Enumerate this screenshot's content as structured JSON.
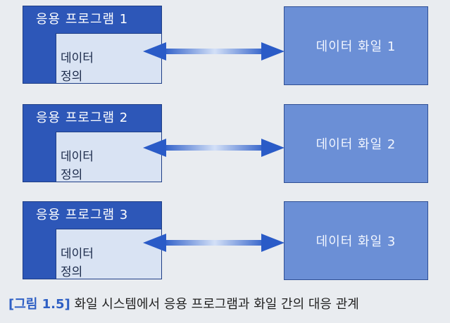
{
  "rows": [
    {
      "program_title": "응용 프로그램 1",
      "def_line1": "데이터",
      "def_line2": "정의",
      "file_label": "데이터 화일 1"
    },
    {
      "program_title": "응용 프로그램 2",
      "def_line1": "데이터",
      "def_line2": "정의",
      "file_label": "데이터 화일 2"
    },
    {
      "program_title": "응용 프로그램 3",
      "def_line1": "데이터",
      "def_line2": "정의",
      "file_label": "데이터 화일 3"
    }
  ],
  "caption": {
    "figure_number": "[그림 1.5]",
    "text": "화일 시스템에서 응용 프로그램과 화일 간의 대응 관계"
  },
  "colors": {
    "program_box": "#2d57b8",
    "definition_box": "#d9e3f3",
    "file_box": "#6b8fd6",
    "arrow": "#2a5bc7",
    "figure_number": "#2e5fc4"
  }
}
